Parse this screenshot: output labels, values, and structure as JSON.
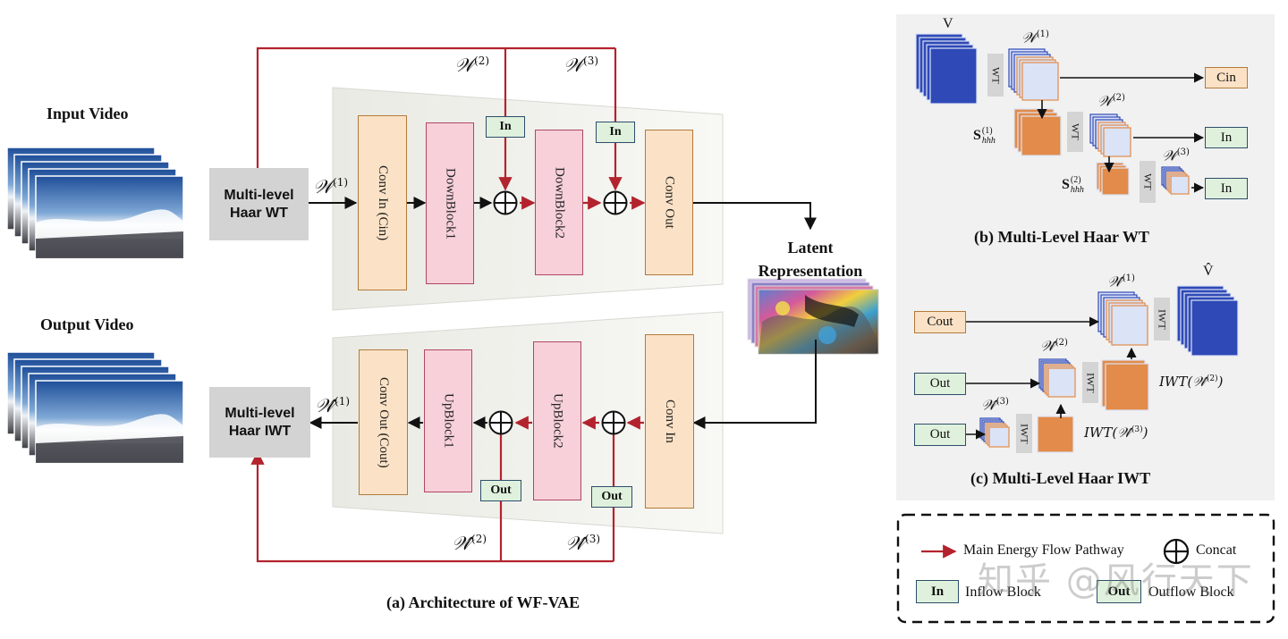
{
  "input_video_label": "Input Video",
  "output_video_label": "Output Video",
  "latent_label": "Latent\nRepresentation",
  "caption_a": "(a) Architecture of WF-VAE",
  "caption_b": "(b) Multi-Level Haar WT",
  "caption_c": "(c) Multi-Level Haar IWT",
  "encoder": {
    "haar_wt": "Multi-level\nHaar WT",
    "conv_in": "Conv In (Cin)",
    "downblock1": "DownBlock1",
    "downblock2": "DownBlock2",
    "conv_out": "Conv Out",
    "in_badge": "In",
    "w1": "𝒲",
    "w1_sup": "(1)",
    "w2": "𝒲",
    "w2_sup": "(2)",
    "w3": "𝒲",
    "w3_sup": "(3)"
  },
  "decoder": {
    "haar_iwt": "Multi-level\nHaar IWT",
    "conv_out": "Conv Out (Cout)",
    "upblock1": "UpBlock1",
    "upblock2": "UpBlock2",
    "conv_in": "Conv In",
    "out_badge": "Out",
    "what1": "𝒲̂",
    "what1_sup": "(1)",
    "what2": "𝒲̂",
    "what2_sup": "(2)",
    "what3": "𝒲̂",
    "what3_sup": "(3)"
  },
  "panel_b": {
    "v": "V",
    "w1": "𝒲",
    "w1_sup": "(1)",
    "w2": "𝒲",
    "w2_sup": "(2)",
    "w3": "𝒲",
    "w3_sup": "(3)",
    "wt": "WT",
    "cin": "Cin",
    "in": "In",
    "s1": "S",
    "s1_sup": "(1)",
    "s1_sub": "hhh",
    "s2": "S",
    "s2_sup": "(2)",
    "s2_sub": "hhh"
  },
  "panel_c": {
    "vhat": "V̂",
    "w1": "𝒲̂",
    "w1_sup": "(1)",
    "w2": "𝒲̂",
    "w2_sup": "(2)",
    "w3": "𝒲̂",
    "w3_sup": "(3)",
    "iwt": "IWT",
    "cout": "Cout",
    "out": "Out",
    "iwt2": "IWT(𝒲̂",
    "iwt2_sup": "(2)",
    "iwt3": "IWT(𝒲̂",
    "iwt3_sup": "(3)",
    "close_paren": ")"
  },
  "legend": {
    "main_flow": "Main Energy Flow Pathway",
    "concat": "Concat",
    "in": "In",
    "inflow": "Inflow Block",
    "out": "Out",
    "outflow": "Outflow Block"
  },
  "watermark": "知乎 @风行天下",
  "colors": {
    "flow_red": "#b3232e",
    "conv_fill": "#fbe2c6",
    "block_fill": "#f7d0da",
    "badge_fill": "#dff1dc",
    "cube_fill": "#dbe3f6",
    "cube_blue_edge": "#2f49b7",
    "cube_orange_edge": "#e28b4a",
    "panel_gray": "#f1f1f1"
  }
}
